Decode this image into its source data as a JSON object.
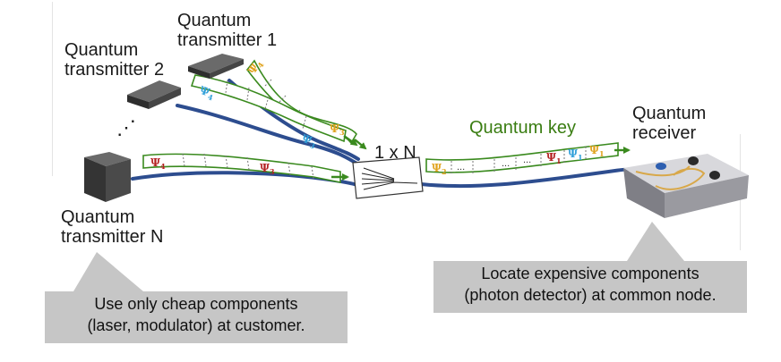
{
  "labels": {
    "tx1": [
      "Quantum",
      "transmitter 1"
    ],
    "tx2": [
      "Quantum",
      "transmitter 2"
    ],
    "txn": [
      "Quantum",
      "transmitter N"
    ],
    "dots": "⋰",
    "splitter": "1 x N",
    "key": "Quantum key",
    "rx": [
      "Quantum",
      "receiver"
    ]
  },
  "callouts": {
    "left": [
      "Use only cheap components",
      "(laser, modulator) at customer."
    ],
    "right": [
      "Locate expensive components",
      "(photon detector) at common node."
    ]
  },
  "psi": {
    "symbol": "Ψ",
    "strand_tx1": [
      {
        "sub": "4",
        "color": "#e0a21c"
      },
      {
        "sub": "3",
        "color": "#e0a21c"
      }
    ],
    "strand_tx2": [
      {
        "sub": "4",
        "color": "#2f9fd8"
      },
      {
        "sub": "3",
        "color": "#2f9fd8"
      }
    ],
    "strand_txn": [
      {
        "sub": "4",
        "color": "#b32020"
      },
      {
        "sub": "3",
        "color": "#b32020"
      }
    ],
    "key_stream": [
      {
        "sub": "2",
        "color": "#e0a21c"
      },
      {
        "sub": "1",
        "color": "#b32020"
      },
      {
        "sub": "1",
        "color": "#2f9fd8"
      },
      {
        "sub": "1",
        "color": "#e0a21c"
      }
    ],
    "ellipsis": "..."
  },
  "colors": {
    "fiber": "#2d4d8f",
    "strip_border": "#3a8a1e",
    "strip_fill": "#ffffff",
    "arrow": "#3a8a1e",
    "callout_bg": "#c6c6c6",
    "device": "#3d3d3d",
    "tray": "#8e8e94"
  }
}
